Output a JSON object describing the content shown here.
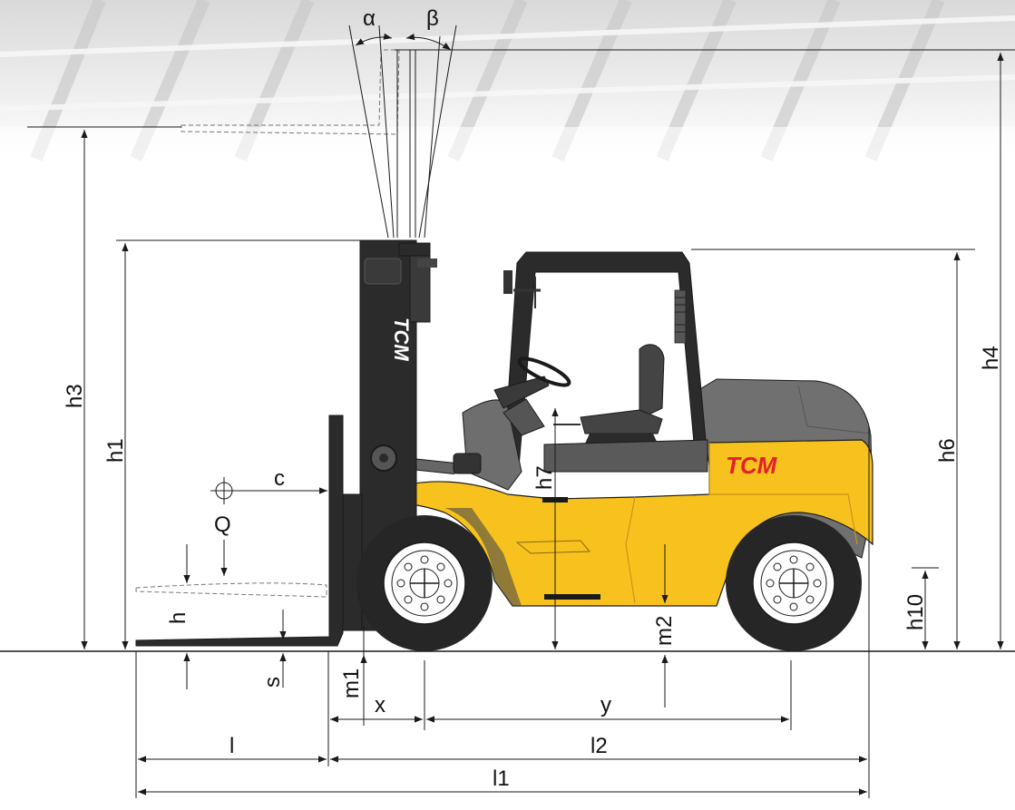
{
  "diagram": {
    "labels": {
      "alpha": "α",
      "beta": "β",
      "h3": "h3",
      "h1": "h1",
      "h4": "h4",
      "h6": "h6",
      "h7": "h7",
      "h10": "h10",
      "c": "c",
      "Q": "Q",
      "h": "h",
      "s": "s",
      "m1": "m1",
      "m2": "m2",
      "x": "x",
      "y": "y",
      "l": "l",
      "l2": "l2",
      "l1": "l1"
    },
    "brand": {
      "mast_logo": "TCM",
      "body_logo": "TCM"
    },
    "colors": {
      "body_yellow": "#F8C21E",
      "body_yellow_dark": "#E0A817",
      "machine_gray": "#6E6E6E",
      "machine_dark": "#2B2B2B",
      "counterweight": "#707070",
      "tire": "#262626",
      "brand_red": "#E4202A",
      "line": "#1A1A1A",
      "sky": "#E6E6E6"
    }
  }
}
